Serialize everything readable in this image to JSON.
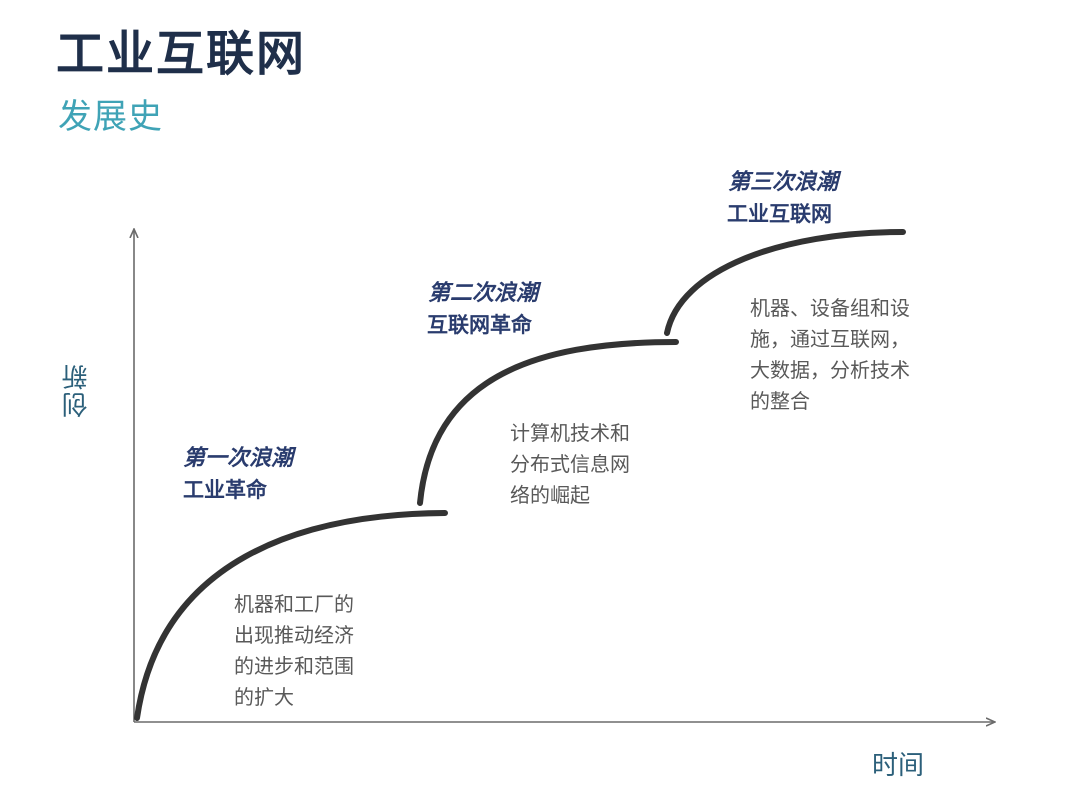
{
  "header": {
    "title": "工业互联网",
    "subtitle": "发展史"
  },
  "axes": {
    "y_label": "创新",
    "x_label": "时间"
  },
  "waves": [
    {
      "title": "第一次浪潮",
      "name": "工业革命",
      "description": [
        "机器和工厂的",
        "出现推动经济",
        "的进步和范围",
        "的扩大"
      ]
    },
    {
      "title": "第二次浪潮",
      "name": "互联网革命",
      "description": [
        "计算机技术和",
        "分布式信息网",
        "络的崛起"
      ]
    },
    {
      "title": "第三次浪潮",
      "name": "工业互联网",
      "description": [
        "机器、设备组和设",
        "施，通过互联网，",
        "大数据，分析技术",
        "的整合"
      ]
    }
  ],
  "colors": {
    "title": "#1f2f4a",
    "subtitle": "#3fa3b6",
    "wave_text": "#2a3c6e",
    "description": "#595959",
    "axis": "#6b6b6b",
    "curve": "#333333",
    "axis_label": "#2b5f7a"
  }
}
